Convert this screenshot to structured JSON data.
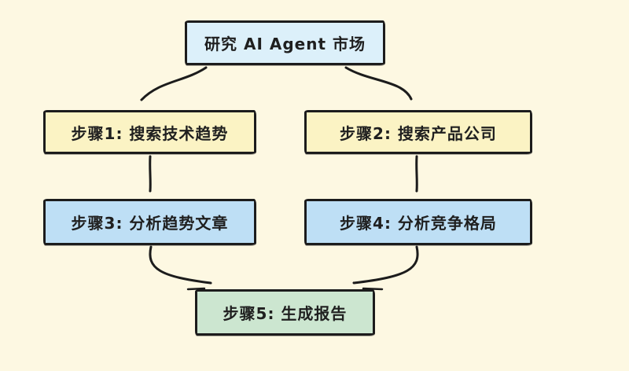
{
  "page": {
    "background": "#fdf8e2"
  },
  "diagram": {
    "type": "flowchart",
    "direction": "top-down",
    "style": "hand-drawn",
    "stroke_color": "#1c1c1c",
    "nodes": [
      {
        "id": "root",
        "label": "研究 AI Agent 市场",
        "fill": "#dcf0fa",
        "role": "start"
      },
      {
        "id": "step1",
        "label": "步骤1: 搜索技术趋势",
        "fill": "#fbf3c4",
        "role": "task"
      },
      {
        "id": "step2",
        "label": "步骤2: 搜索产品公司",
        "fill": "#fbf3c4",
        "role": "task"
      },
      {
        "id": "step3",
        "label": "步骤3: 分析趋势文章",
        "fill": "#bedff5",
        "role": "task"
      },
      {
        "id": "step4",
        "label": "步骤4: 分析竞争格局",
        "fill": "#bedff5",
        "role": "task"
      },
      {
        "id": "step5",
        "label": "步骤5: 生成报告",
        "fill": "#cce6d0",
        "role": "end"
      }
    ],
    "edges": [
      {
        "from": "root",
        "to": "step1"
      },
      {
        "from": "root",
        "to": "step2"
      },
      {
        "from": "step1",
        "to": "step3"
      },
      {
        "from": "step2",
        "to": "step4"
      },
      {
        "from": "step3",
        "to": "step5"
      },
      {
        "from": "step4",
        "to": "step5"
      }
    ]
  }
}
